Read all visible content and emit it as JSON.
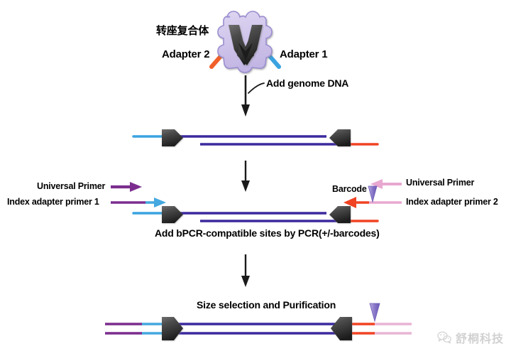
{
  "figure": {
    "title_cn": "转座复合体",
    "background": "#ffffff"
  },
  "labels": {
    "transposome_cn": "转座复合体",
    "adapter2": "Adapter 2",
    "adapter1": "Adapter 1",
    "add_genome_dna": "Add genome DNA",
    "universal_primer_left": "Universal Primer",
    "index_adapter_primer_1": "Index adapter primer 1",
    "universal_primer_right": "Universal Primer",
    "index_adapter_primer_2": "Index adapter primer 2",
    "barcode": "Barcode",
    "pcr_step": "Add bPCR-compatible sites by PCR(+/-barcodes)",
    "size_selection": "Size selection and Purification"
  },
  "watermark": {
    "icon": "wechat-icon",
    "text": "舒桐科技"
  },
  "colors": {
    "adapter_blue": "#2196d6",
    "adapter_blue_light": "#45a8e0",
    "adapter_red": "#f04323",
    "dna_purple": "#3b2a9e",
    "dna_purple_light": "#5b46c9",
    "primer_purple": "#7b2d8e",
    "primer_pink": "#e8a8d0",
    "barcode_violet": "#8e7ccc",
    "transposase_dark": "#3a3a3a",
    "transposome_lavender": "#cdc3e8",
    "transposome_lavender_stroke": "#9b8fd0",
    "arrow_black": "#1a1a1a",
    "watermark_gray": "#c9c9c9"
  },
  "icons": {
    "transposome": "transposome-icon",
    "transposase_wedge": "transposase-wedge-icon",
    "down_arrow": "down-arrow-icon",
    "curved_pointer": "curved-pointer-icon",
    "barcode_triangle": "barcode-triangle-icon",
    "primer_arrow": "primer-arrow-icon"
  },
  "stages": [
    {
      "name": "transposome-assembly",
      "description": "Transposome complex with Adapter 1 and Adapter 2"
    },
    {
      "name": "tagmented-dna",
      "description": "Genome DNA tagmented with adapters at both ends"
    },
    {
      "name": "pcr-amplification",
      "description": "Add bPCR-compatible sites by PCR(+/-barcodes)"
    },
    {
      "name": "final-library",
      "description": "Size selection and Purification"
    }
  ]
}
